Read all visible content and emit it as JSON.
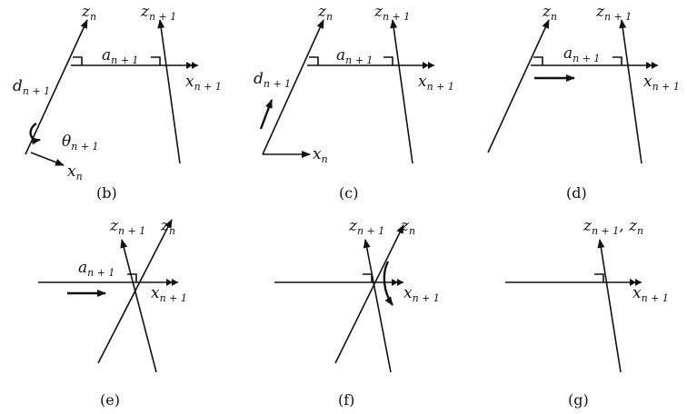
{
  "symbols": {
    "z_n": {
      "base": "z",
      "sub": "n"
    },
    "z_n1": {
      "base": "z",
      "sub": "n + 1"
    },
    "x_n": {
      "base": "x",
      "sub": "n"
    },
    "x_n1": {
      "base": "x",
      "sub": "n + 1"
    },
    "a_n1": {
      "base": "a",
      "sub": "n + 1"
    },
    "d_n1": {
      "base": "d",
      "sub": "n + 1"
    },
    "theta_n1": {
      "base": "θ",
      "sub": "n + 1"
    },
    "z_n1_comma_z_n": {
      "base": "z",
      "sub": "n + 1",
      "tail": ", z",
      "tail_sub": "n"
    }
  },
  "captions": {
    "b": "(b)",
    "c": "(c)",
    "d": "(d)",
    "e": "(e)",
    "f": "(f)",
    "g": "(g)"
  },
  "colors": {
    "ink": "#111111",
    "background": "#ffffff"
  }
}
